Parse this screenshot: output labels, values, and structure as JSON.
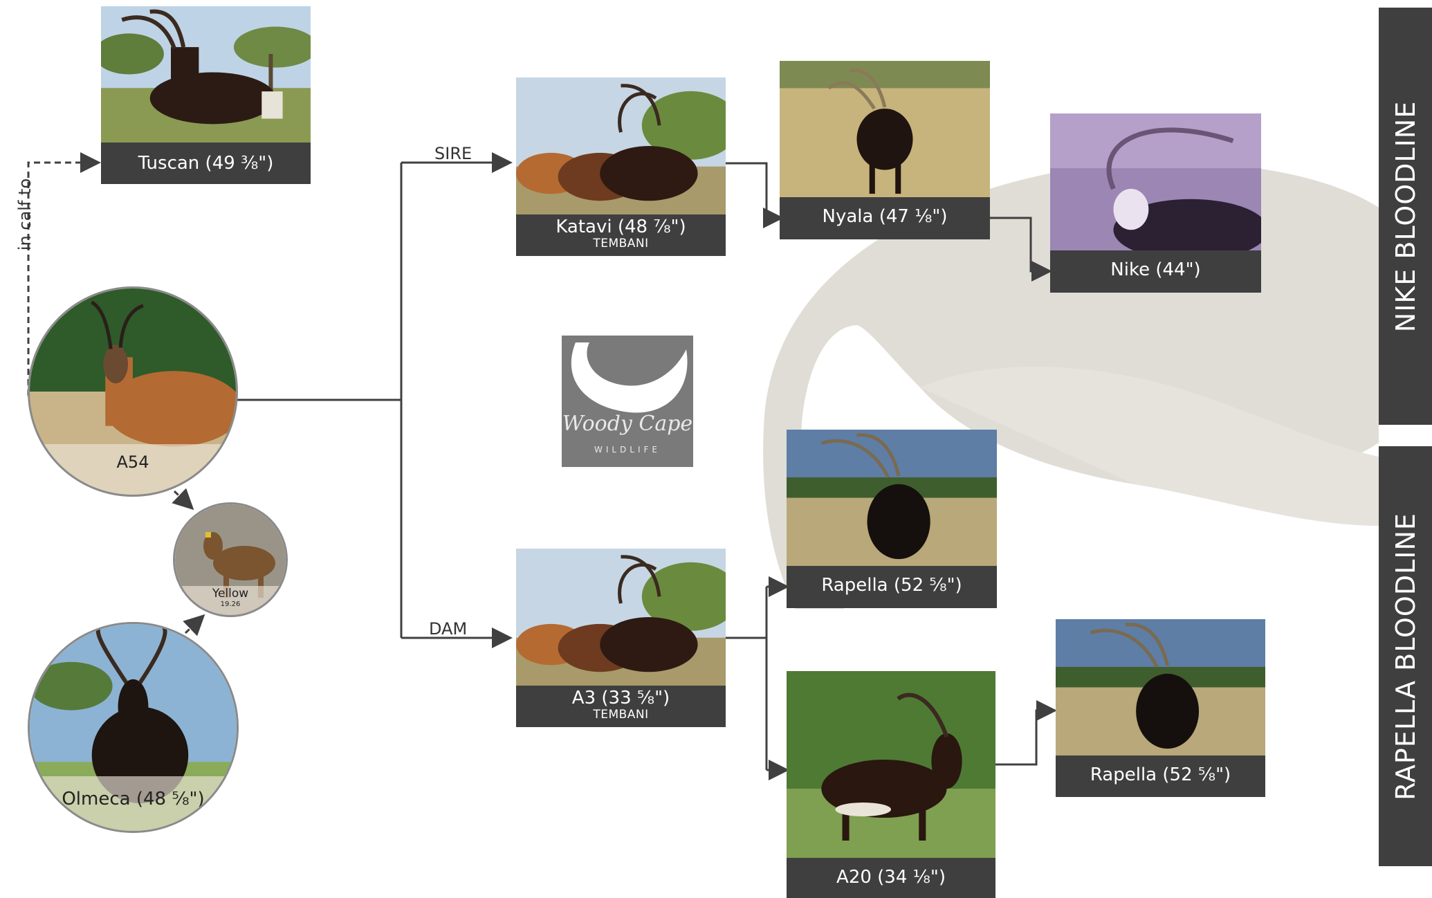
{
  "colors": {
    "caption_bg": "#3f3f3f",
    "connector": "#404040",
    "watermark": "#e0ddd6",
    "bar_bg": "#3f3f3f"
  },
  "side_labels": {
    "nike": "NIKE BLOODLINE",
    "rapella": "RAPELLA BLOODLINE"
  },
  "edge_labels": {
    "in_calf": "in calf to",
    "sire": "SIRE",
    "dam": "DAM"
  },
  "logo": {
    "script": "Woody Cape",
    "small": "WILDLIFE"
  },
  "animals": {
    "tuscan": {
      "name": "Tuscan (49 ⅜\")"
    },
    "katavi": {
      "name": "Katavi (48 ⅞\")",
      "sub": "TEMBANI"
    },
    "nyala": {
      "name": "Nyala (47 ⅛\")"
    },
    "nike": {
      "name": "Nike (44\")"
    },
    "a3": {
      "name": "A3 (33 ⅝\")",
      "sub": "TEMBANI"
    },
    "rapella_top": {
      "name": "Rapella (52 ⅝\")"
    },
    "a20": {
      "name": "A20 (34 ⅛\")"
    },
    "rapella_right": {
      "name": "Rapella (52 ⅝\")"
    },
    "a54": {
      "name": "A54"
    },
    "yellow": {
      "name": "Yellow",
      "sub": "19.26"
    },
    "olmeca": {
      "name": "Olmeca (48 ⅝\")"
    }
  }
}
